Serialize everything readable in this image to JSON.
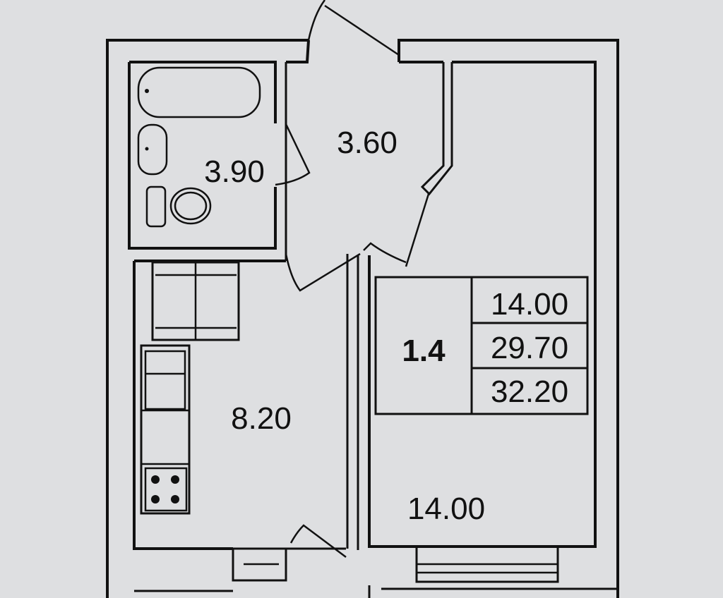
{
  "plan": {
    "rooms": {
      "bathroom_area": "3.90",
      "hall_area": "3.60",
      "kitchen_area": "8.20",
      "living_room_area": "14.00"
    },
    "info_table": {
      "apartment_number": "1.4",
      "living_area": "14.00",
      "total_area_excl_balcony": "29.70",
      "total_area": "32.20"
    }
  },
  "colors": {
    "background": "#dedfe1",
    "lines": "#111111"
  }
}
